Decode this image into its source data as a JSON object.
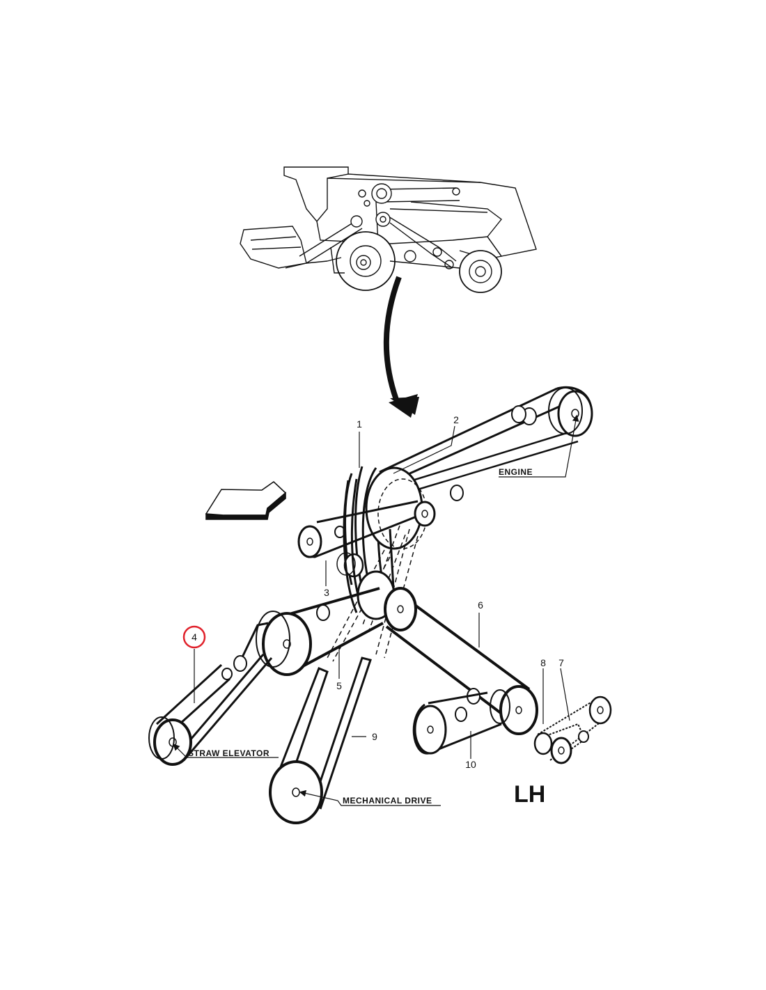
{
  "diagram": {
    "view_label": "LH",
    "callouts": {
      "engine": "ENGINE",
      "straw_elevator": "STRAW ELEVATOR",
      "mechanical_drive": "MECHANICAL DRIVE"
    },
    "part_numbers": [
      "1",
      "2",
      "3",
      "4",
      "5",
      "6",
      "7",
      "8",
      "9",
      "10"
    ],
    "highlighted_part": "4",
    "colors": {
      "line": "#111111",
      "highlight": "#e0202a",
      "background": "#ffffff"
    }
  }
}
